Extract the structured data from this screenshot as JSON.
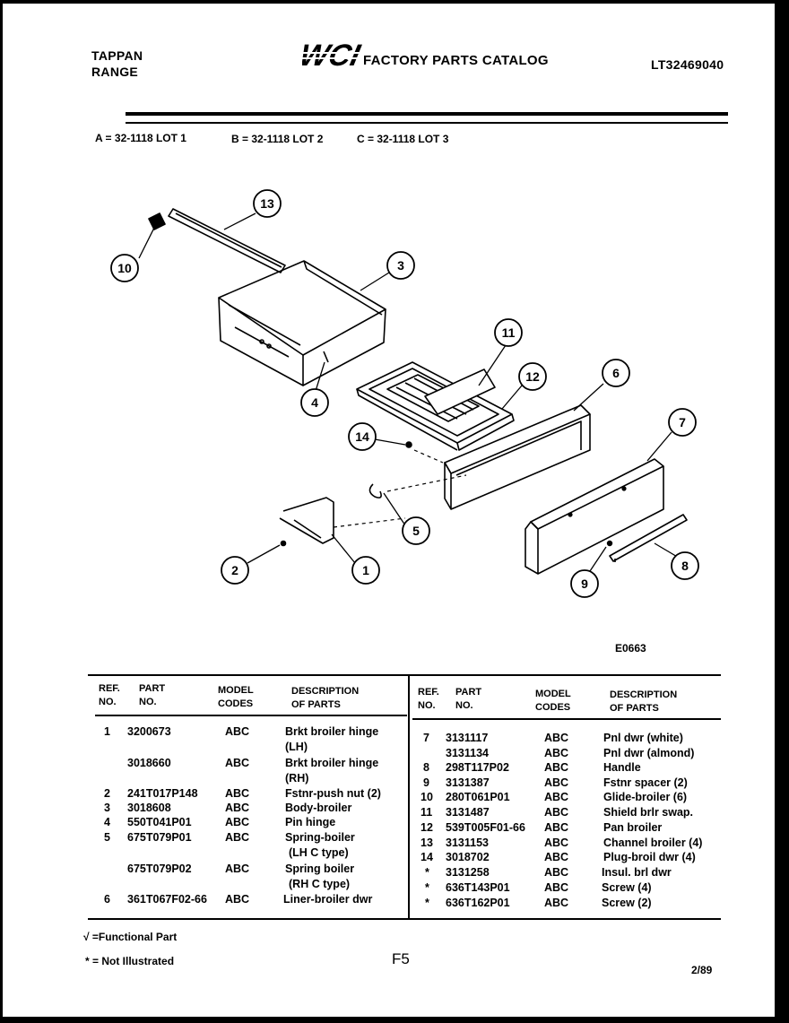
{
  "header": {
    "brand_line1": "TAPPAN",
    "brand_line2": "RANGE",
    "logo_text": "WCI",
    "catalog_title": "FACTORY PARTS CATALOG",
    "model_number": "LT32469040",
    "lot_a": "A = 32-1118 LOT 1",
    "lot_b": "B = 32-1118 LOT 2",
    "lot_c": "C = 32-1118 LOT 3"
  },
  "diagram": {
    "drawing_code": "E0663",
    "callouts": [
      "1",
      "2",
      "3",
      "4",
      "5",
      "6",
      "7",
      "8",
      "9",
      "10",
      "11",
      "12",
      "13",
      "14"
    ]
  },
  "table": {
    "headers": {
      "ref_line1": "REF.",
      "ref_line2": "NO.",
      "part_line1": "PART",
      "part_line2": "NO.",
      "model_line1": "MODEL",
      "model_line2": "CODES",
      "desc_line1": "DESCRIPTION",
      "desc_line2": "OF PARTS"
    },
    "left_rows": [
      {
        "ref": "1",
        "part": "3200673",
        "codes": "ABC",
        "desc": "Brkt broiler hinge"
      },
      {
        "ref": "",
        "part": "",
        "codes": "",
        "desc": "(LH)"
      },
      {
        "ref": "",
        "part": "3018660",
        "codes": "ABC",
        "desc": "Brkt broiler hinge"
      },
      {
        "ref": "",
        "part": "",
        "codes": "",
        "desc": "(RH)"
      },
      {
        "ref": "2",
        "part": "241T017P148",
        "codes": "ABC",
        "desc": "Fstnr-push nut (2)"
      },
      {
        "ref": "3",
        "part": "3018608",
        "codes": "ABC",
        "desc": "Body-broiler"
      },
      {
        "ref": "4",
        "part": "550T041P01",
        "codes": "ABC",
        "desc": "Pin hinge"
      },
      {
        "ref": "5",
        "part": "675T079P01",
        "codes": "ABC",
        "desc": "Spring-boiler"
      },
      {
        "ref": "",
        "part": "",
        "codes": "",
        "desc": "(LH C type)"
      },
      {
        "ref": "",
        "part": "675T079P02",
        "codes": "ABC",
        "desc": "Spring boiler"
      },
      {
        "ref": "",
        "part": "",
        "codes": "",
        "desc": "(RH C type)"
      },
      {
        "ref": "6",
        "part": "361T067F02-66",
        "codes": "ABC",
        "desc": "Liner-broiler dwr"
      }
    ],
    "right_rows": [
      {
        "ref": "7",
        "part": "3131117",
        "codes": "ABC",
        "desc": "Pnl dwr (white)"
      },
      {
        "ref": "",
        "part": "3131134",
        "codes": "ABC",
        "desc": "Pnl dwr (almond)"
      },
      {
        "ref": "8",
        "part": "298T117P02",
        "codes": "ABC",
        "desc": "Handle"
      },
      {
        "ref": "9",
        "part": "3131387",
        "codes": "ABC",
        "desc": "Fstnr spacer (2)"
      },
      {
        "ref": "10",
        "part": "280T061P01",
        "codes": "ABC",
        "desc": "Glide-broiler (6)"
      },
      {
        "ref": "11",
        "part": "3131487",
        "codes": "ABC",
        "desc": "Shield brlr swap."
      },
      {
        "ref": "12",
        "part": "539T005F01-66",
        "codes": "ABC",
        "desc": "Pan broiler"
      },
      {
        "ref": "13",
        "part": "3131153",
        "codes": "ABC",
        "desc": "Channel broiler (4)"
      },
      {
        "ref": "14",
        "part": "3018702",
        "codes": "ABC",
        "desc": "Plug-broil dwr (4)"
      },
      {
        "ref": "*",
        "part": "3131258",
        "codes": "ABC",
        "desc": "Insul. brl dwr"
      },
      {
        "ref": "*",
        "part": "636T143P01",
        "codes": "ABC",
        "desc": "Screw (4)"
      },
      {
        "ref": "*",
        "part": "636T162P01",
        "codes": "ABC",
        "desc": "Screw (2)"
      }
    ]
  },
  "footer": {
    "functional_note": "√ =Functional Part",
    "not_illustrated_note": "* = Not Illustrated",
    "page_label": "F5",
    "date": "2/89"
  }
}
